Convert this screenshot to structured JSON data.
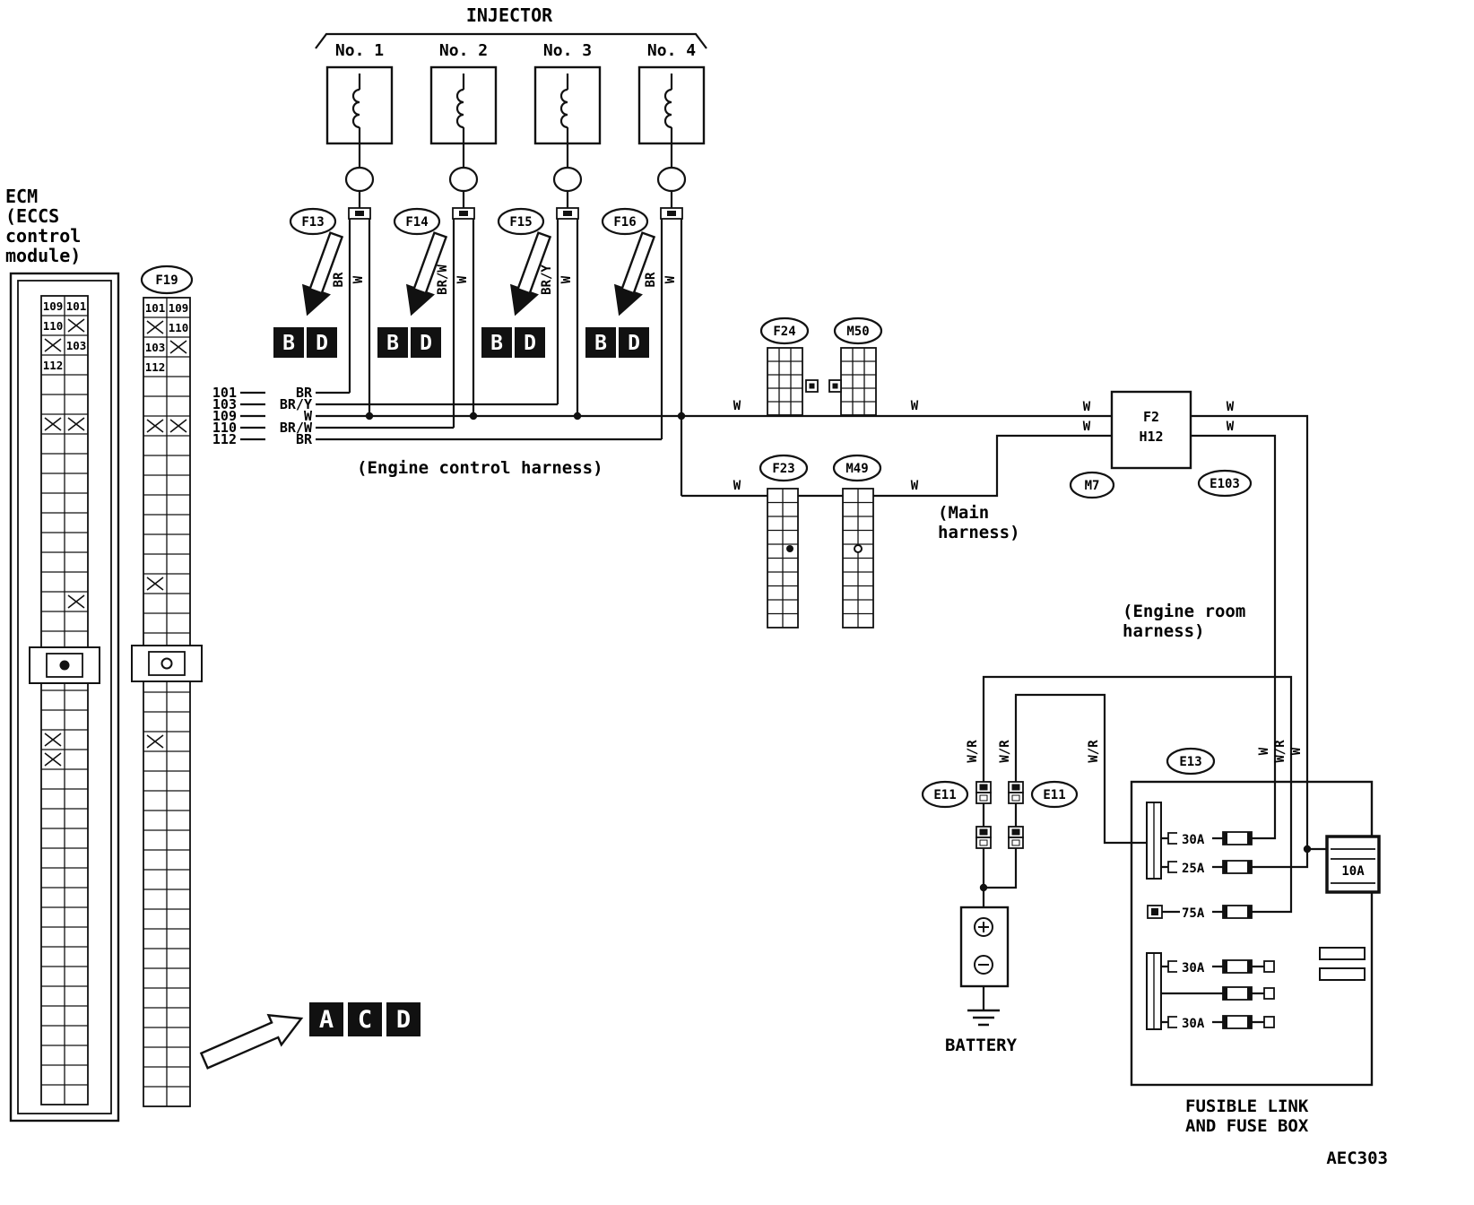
{
  "header": {
    "injector_title": "INJECTOR"
  },
  "ecm": {
    "label_lines": [
      "ECM",
      "(ECCS",
      "control",
      "module)"
    ],
    "top_cells": [
      [
        "109",
        "101"
      ],
      [
        "110",
        "X"
      ],
      [
        "X",
        "103"
      ],
      [
        "112",
        ""
      ]
    ]
  },
  "f19": {
    "label": "F19",
    "top_cells": [
      [
        "101",
        "109"
      ],
      [
        "X",
        "110"
      ],
      [
        "103",
        "X"
      ],
      [
        "112",
        ""
      ]
    ]
  },
  "injectors": [
    {
      "no": "No. 1",
      "connector": "F13",
      "left_wire": "BR",
      "right_wire": "W"
    },
    {
      "no": "No. 2",
      "connector": "F14",
      "left_wire": "BR/W",
      "right_wire": "W"
    },
    {
      "no": "No. 3",
      "connector": "F15",
      "left_wire": "BR/Y",
      "right_wire": "W"
    },
    {
      "no": "No. 4",
      "connector": "F16",
      "left_wire": "BR",
      "right_wire": "W"
    }
  ],
  "code_boxes": {
    "top_pair": [
      "B",
      "D"
    ],
    "bottom_triplet": [
      "A",
      "C",
      "D"
    ]
  },
  "pin_list": [
    {
      "pin": "101",
      "color": "BR"
    },
    {
      "pin": "103",
      "color": "BR/Y"
    },
    {
      "pin": "109",
      "color": "W"
    },
    {
      "pin": "110",
      "color": "BR/W"
    },
    {
      "pin": "112",
      "color": "BR"
    }
  ],
  "harness": {
    "engine_control": "(Engine control harness)",
    "main_line1": "(Main",
    "main_line2": "harness)",
    "engine_room_line1": "(Engine room",
    "engine_room_line2": "harness)"
  },
  "connectors": {
    "f24": "F24",
    "m50": "M50",
    "f23": "F23",
    "m49": "M49",
    "m7": "M7",
    "e103": "E103",
    "e13": "E13",
    "e11_left": "E11",
    "e11_right": "E11"
  },
  "junction": {
    "f2": "F2",
    "h12": "H12"
  },
  "wire_labels": {
    "w": "W",
    "wr": "W/R"
  },
  "fuses": {
    "a30": "30A",
    "a25": "25A",
    "a75": "75A",
    "a10": "10A"
  },
  "battery_label": "BATTERY",
  "fusebox_label": [
    "FUSIBLE LINK",
    "AND FUSE BOX"
  ],
  "doc_code": "AEC303"
}
